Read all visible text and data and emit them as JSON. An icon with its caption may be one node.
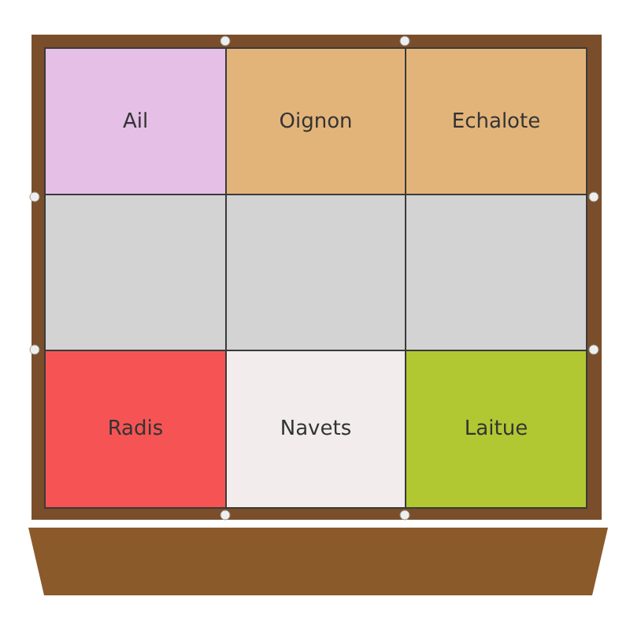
{
  "diagram": {
    "nodes": [
      {
        "text": [
          "Ail"
        ]
      },
      {
        "text": [
          "Oignon"
        ]
      },
      {
        "text": [
          "Echalote"
        ]
      },
      {
        "text": [],
        "shape": "box"
      },
      {
        "text": [],
        "shape": "box"
      },
      {
        "text": [],
        "shape": "box"
      },
      {
        "text": [
          "Radis"
        ]
      },
      {
        "text": [
          "Navets"
        ]
      },
      {
        "text": [
          "Laitue"
        ]
      }
    ]
  }
}
